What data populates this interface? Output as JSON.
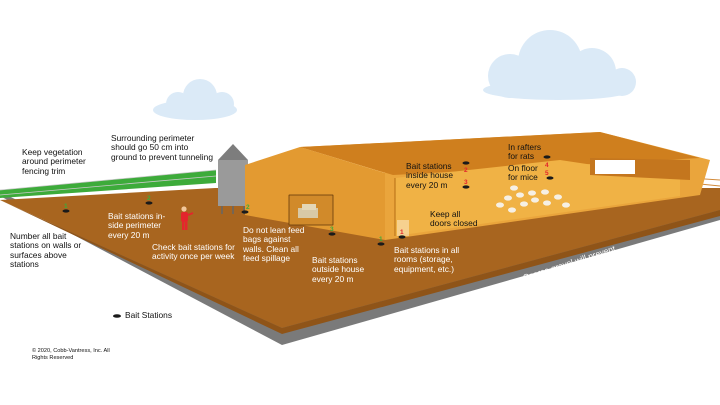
{
  "labels": {
    "vegetation": "Keep vegetation around perimeter fencing trim",
    "perimeter_depth": "Surrounding perimeter should go 50 cm into ground to prevent tunneling",
    "number_stations": "Number all bait stations on walls or surfaces above stations",
    "inside_perimeter": "Bait stations in-side perimeter every 20 m",
    "check_weekly": "Check bait stations for activity once per week",
    "feed_bags": "Do not lean feed bags against walls. Clean all feed spillage",
    "outside_house": "Bait stations outside house every 20 m",
    "inside_house": "Bait stations inside house every 20 m",
    "doors_closed": "Keep all doors closed",
    "all_rooms": "Bait stations in all rooms (storage, equipment, etc.)",
    "rafters": "In rafters for rats",
    "floor_mice": "On floor for mice",
    "gravel": "Coarse gravel will prevent rodents from traveling around the farm",
    "legend": "Bait Stations",
    "copyright": "© 2020, Cobb-Vantress, Inc. All Rights Reserved"
  },
  "station_numbers": [
    "1",
    "2",
    "2",
    "3",
    "1",
    "2",
    "3",
    "4",
    "5"
  ],
  "colors": {
    "ground": "#a8651f",
    "gravel": "#6e6e6e",
    "grass": "#3dab3a",
    "barn_wall": "#e39a31",
    "barn_roof": "#d98a24",
    "cloud": "#dbeaf7",
    "station_number": "#e3262c",
    "station_number_green": "#3dab3a"
  },
  "icons": [
    "bait-station-icon",
    "farm-worker-icon",
    "feed-silo-icon",
    "chicken-icon",
    "cloud-icon"
  ]
}
